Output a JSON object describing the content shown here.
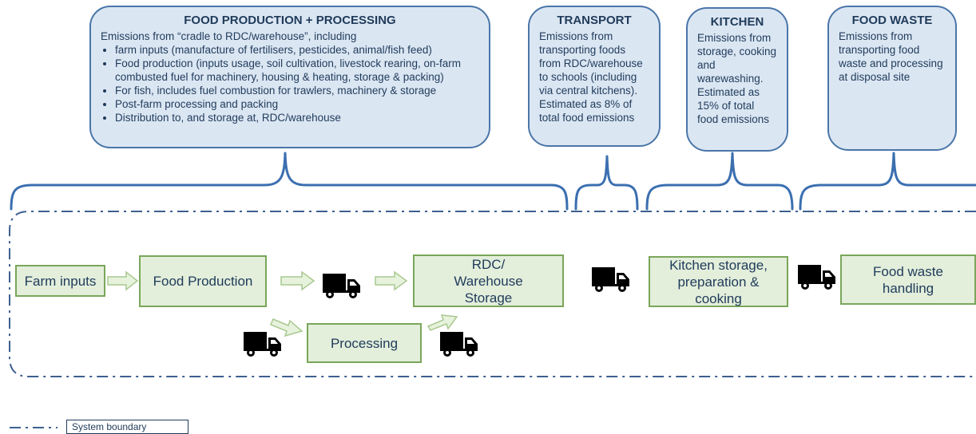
{
  "callouts": {
    "production": {
      "title": "FOOD PRODUCTION + PROCESSING",
      "intro": "Emissions from “cradle to RDC/warehouse”, including",
      "bullets": [
        "farm inputs (manufacture of fertilisers, pesticides, animal/fish feed)",
        "Food production (inputs usage, soil cultivation, livestock rearing, on-farm combusted fuel for machinery, housing & heating, storage & packing)",
        "For fish, includes fuel combustion for trawlers, machinery & storage",
        "Post-farm processing and packing",
        "Distribution to, and storage at, RDC/warehouse"
      ]
    },
    "transport": {
      "title": "TRANSPORT",
      "text": "Emissions from transporting foods from RDC/warehouse to schools (including via central kitchens). Estimated as 8% of total food emissions"
    },
    "kitchen": {
      "title": "KITCHEN",
      "text": "Emissions from storage, cooking and warewashing. Estimated as 15% of total food emissions"
    },
    "waste": {
      "title": "FOOD WASTE",
      "text": "Emissions from transporting food waste and processing at disposal site"
    }
  },
  "nodes": {
    "farm_inputs": "Farm inputs",
    "food_production": "Food Production",
    "processing": "Processing",
    "rdc": "RDC/ Warehouse Storage",
    "kitchen": "Kitchen storage, preparation & cooking",
    "waste": "Food waste handling"
  },
  "legend": {
    "system_boundary": "System boundary"
  },
  "colors": {
    "callout_fill": "#dbe6f3",
    "callout_border": "#4a76a8",
    "node_fill": "#e3eedb",
    "node_border": "#7aa65a",
    "arrow_fill": "#e7f2dd",
    "bracket": "#3b6fb0",
    "boundary": "#3d5f8f",
    "text": "#1f3b5a"
  },
  "icons": [
    "truck-icon"
  ]
}
